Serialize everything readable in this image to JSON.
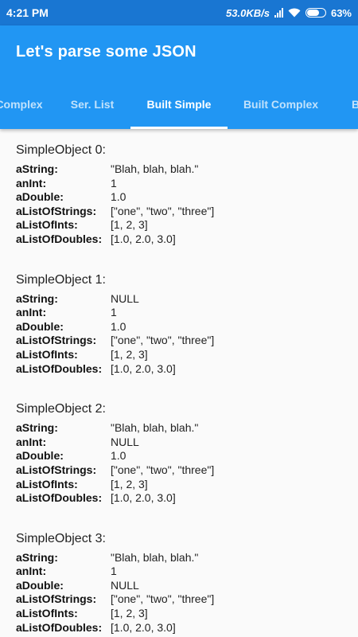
{
  "status": {
    "time": "4:21 PM",
    "speed": "53.0KB/s",
    "battery": "63%"
  },
  "app": {
    "title": "Let's parse some JSON"
  },
  "tabs": [
    {
      "label": "Complex",
      "active": false
    },
    {
      "label": "Ser. List",
      "active": false
    },
    {
      "label": "Built Simple",
      "active": true
    },
    {
      "label": "Built Complex",
      "active": false
    },
    {
      "label": "B",
      "active": false
    }
  ],
  "keys": {
    "aString": "aString:",
    "anInt": "anInt:",
    "aDouble": "aDouble:",
    "aListOfStrings": "aListOfStrings:",
    "aListOfInts": "aListOfInts:",
    "aListOfDoubles": "aListOfDoubles:"
  },
  "objects": [
    {
      "title": "SimpleObject 0:",
      "aString": "\"Blah, blah, blah.\"",
      "anInt": "1",
      "aDouble": "1.0",
      "aListOfStrings": "[\"one\", \"two\", \"three\"]",
      "aListOfInts": "[1, 2, 3]",
      "aListOfDoubles": "[1.0, 2.0, 3.0]"
    },
    {
      "title": "SimpleObject 1:",
      "aString": "NULL",
      "anInt": "1",
      "aDouble": "1.0",
      "aListOfStrings": "[\"one\", \"two\", \"three\"]",
      "aListOfInts": "[1, 2, 3]",
      "aListOfDoubles": "[1.0, 2.0, 3.0]"
    },
    {
      "title": "SimpleObject 2:",
      "aString": "\"Blah, blah, blah.\"",
      "anInt": "NULL",
      "aDouble": "1.0",
      "aListOfStrings": "[\"one\", \"two\", \"three\"]",
      "aListOfInts": "[1, 2, 3]",
      "aListOfDoubles": "[1.0, 2.0, 3.0]"
    },
    {
      "title": "SimpleObject 3:",
      "aString": "\"Blah, blah, blah.\"",
      "anInt": "1",
      "aDouble": "NULL",
      "aListOfStrings": "[\"one\", \"two\", \"three\"]",
      "aListOfInts": "[1, 2, 3]",
      "aListOfDoubles": "[1.0, 2.0, 3.0]"
    }
  ]
}
